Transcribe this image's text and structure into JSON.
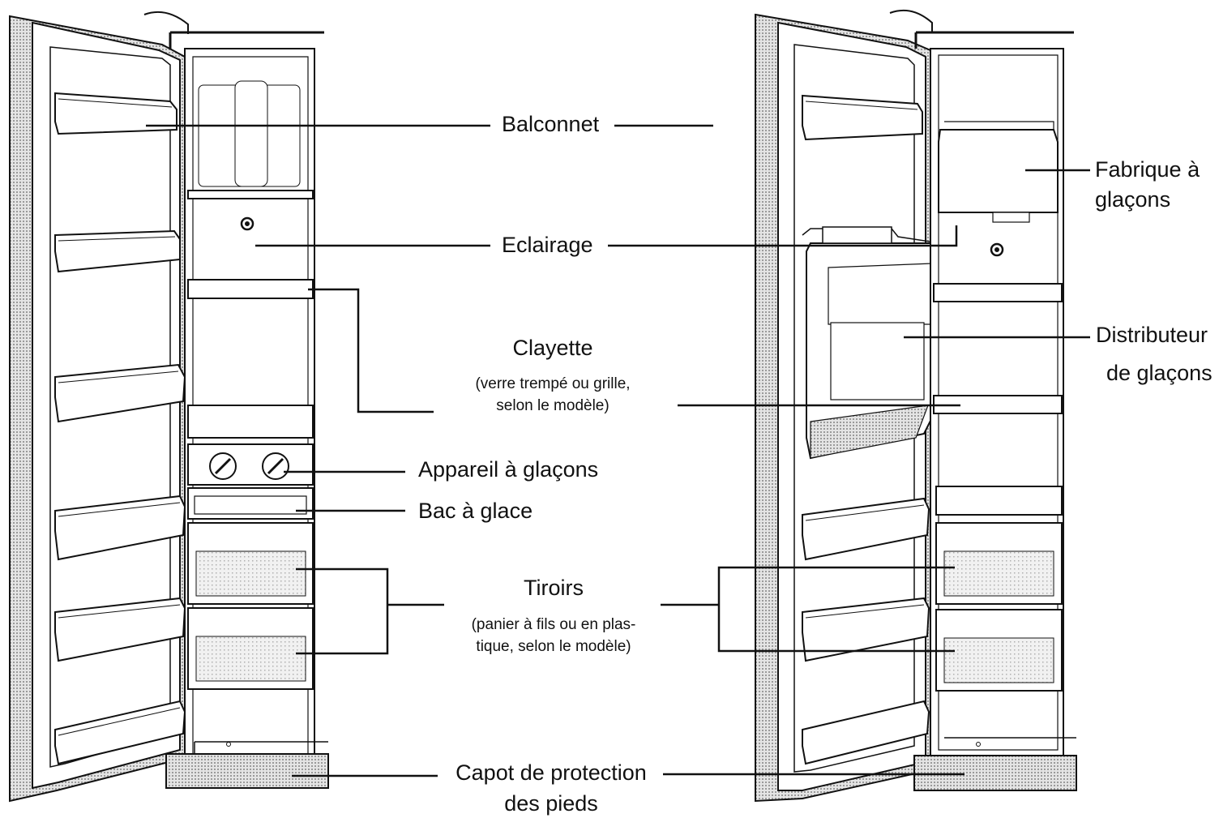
{
  "labels": {
    "balconnet": "Balconnet",
    "eclairage": "Eclairage",
    "clayette_title": "Clayette",
    "clayette_sub1": "(verre trempé ou grille,",
    "clayette_sub2": "selon le modèle)",
    "appareil": "Appareil à glaçons",
    "bac": "Bac à glace",
    "tiroirs_title": "Tiroirs",
    "tiroirs_sub1": "(panier à fils ou en plas-",
    "tiroirs_sub2": "tique, selon le modèle)",
    "capot1": "Capot de protection",
    "capot2": "des pieds",
    "fabrique1": "Fabrique à",
    "fabrique2": "glaçons",
    "distributeur1": "Distributeur",
    "distributeur2": "de glaçons"
  }
}
